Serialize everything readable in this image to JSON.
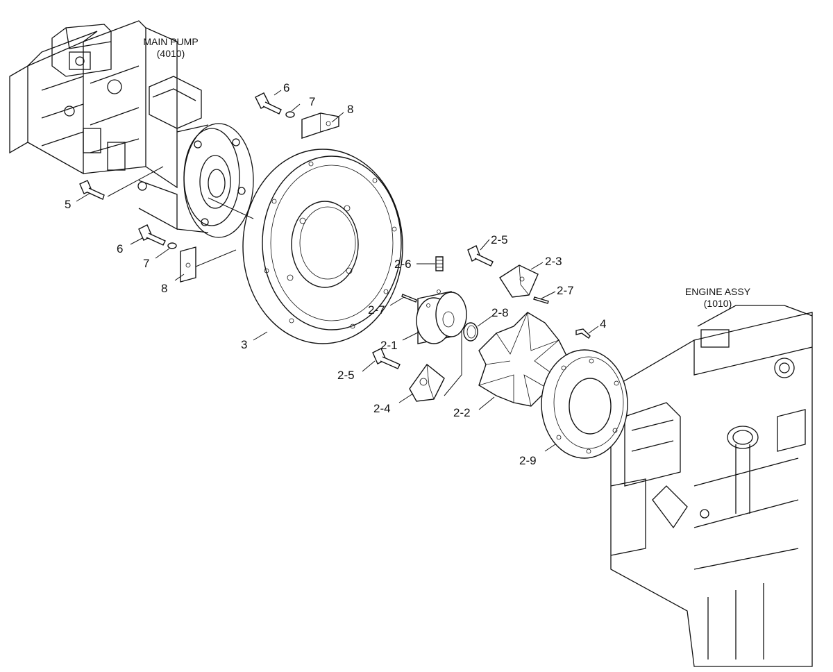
{
  "assemblies": {
    "main_pump": {
      "name": "MAIN PUMP",
      "code": "(4010)"
    },
    "engine": {
      "name": "ENGINE ASSY",
      "code": "(1010)"
    }
  },
  "callouts": {
    "c6a": "6",
    "c7a": "7",
    "c8a": "8",
    "c5": "5",
    "c6b": "6",
    "c7b": "7",
    "c8b": "8",
    "c3": "3",
    "c2_6": "2-6",
    "c2_7a": "2-7",
    "c2_1": "2-1",
    "c2_5a": "2-5",
    "c2_4": "2-4",
    "c2_5b": "2-5",
    "c2_3": "2-3",
    "c2_7b": "2-7",
    "c2_8": "2-8",
    "c4": "4",
    "c2_2": "2-2",
    "c2_9": "2-9"
  }
}
